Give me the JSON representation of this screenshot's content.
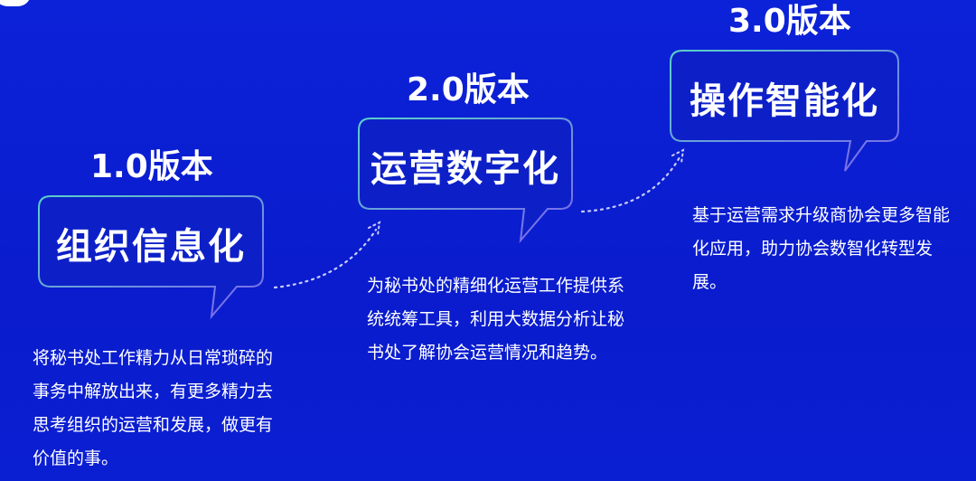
{
  "stages": [
    {
      "version": "1.0版本",
      "headline": "组织信息化",
      "description": "将秘书处工作精力从日常琐碎的事务中解放出来，有更多精力去思考组织的运营和发展，做更有价值的事。"
    },
    {
      "version": "2.0版本",
      "headline": "运营数字化",
      "description": "为秘书处的精细化运营工作提供系统统筹工具，利用大数据分析让秘书处了解协会运营情况和趋势。"
    },
    {
      "version": "3.0版本",
      "headline": "操作智能化",
      "description": "基于运营需求升级商协会更多智能化应用，助力协会数智化转型发展。"
    }
  ],
  "colors": {
    "background": "#0a1fd4",
    "bubble_border": "#4ec9c3",
    "bubble_border_alt": "#7b6cf2",
    "text": "#ffffff"
  }
}
